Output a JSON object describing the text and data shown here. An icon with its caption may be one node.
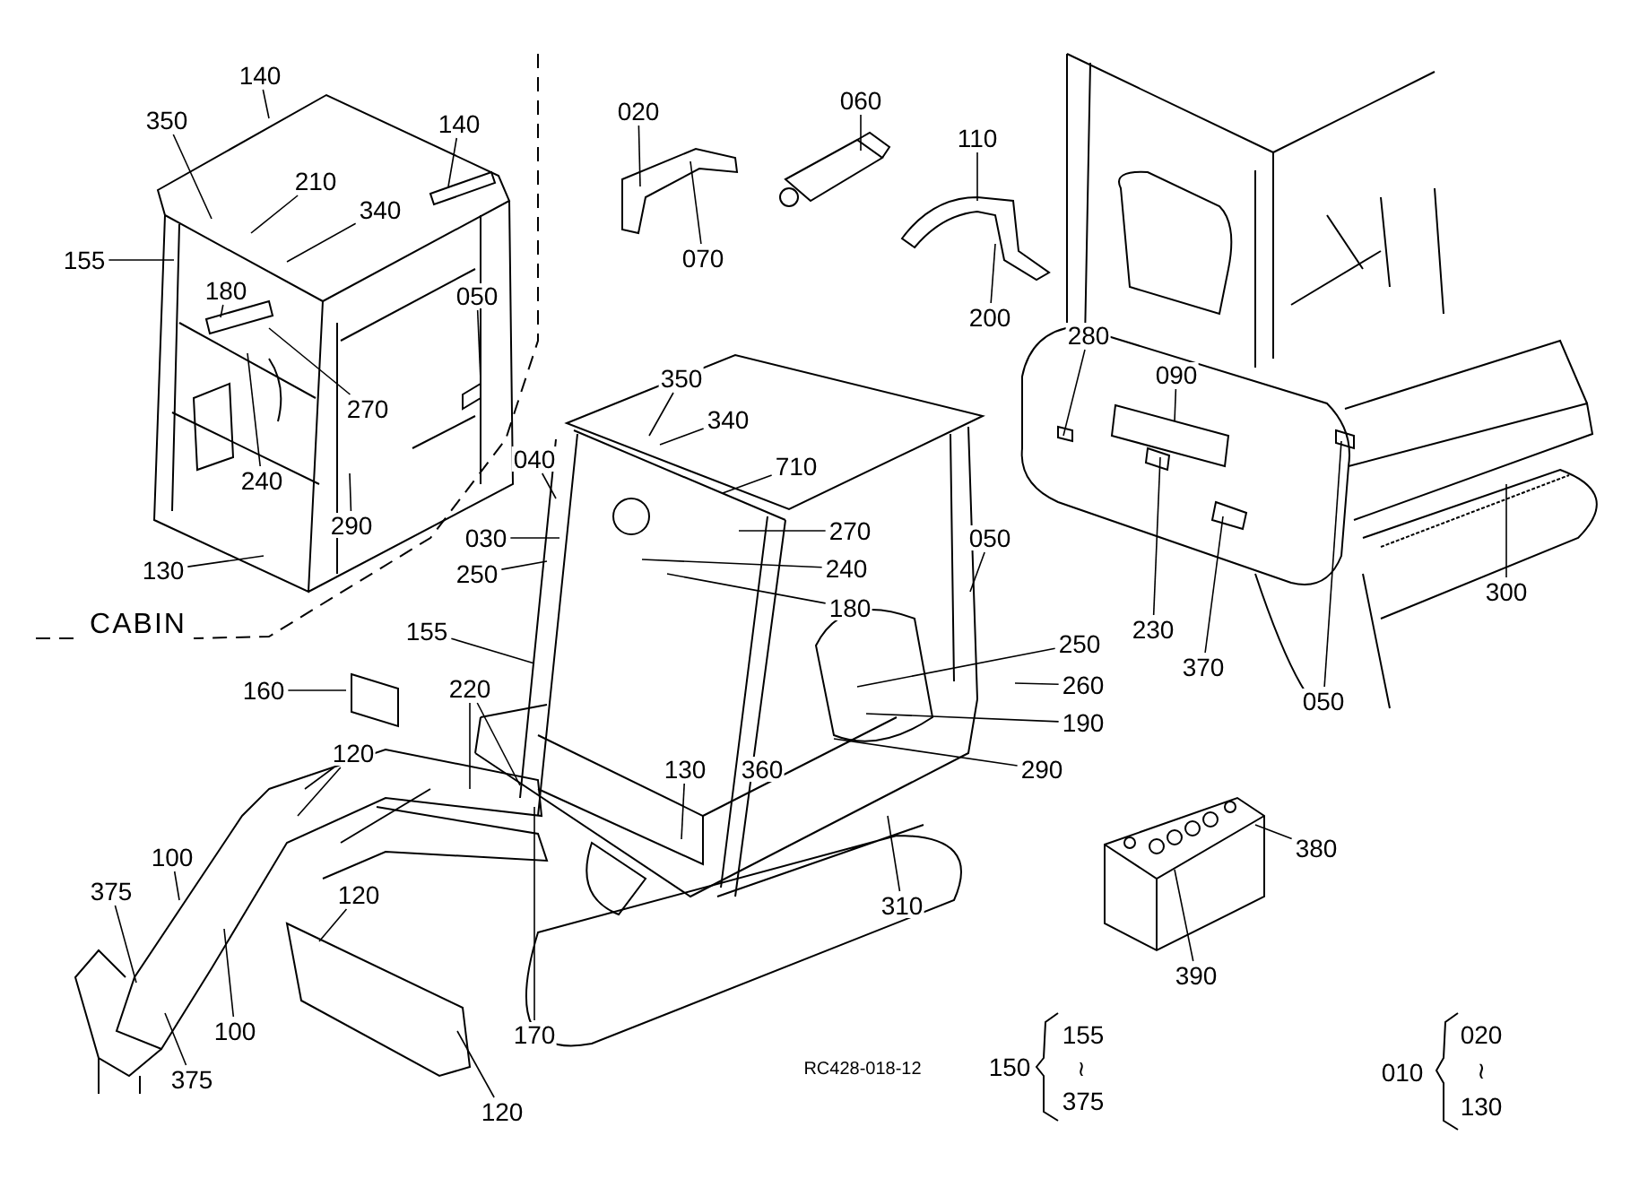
{
  "diagram": {
    "nodes": [
      {
        "text": [
          "140"
        ]
      },
      {
        "text": [
          "350"
        ]
      },
      {
        "text": [
          "210"
        ]
      },
      {
        "text": [
          "340"
        ]
      },
      {
        "text": [
          "140"
        ]
      },
      {
        "text": [
          "155"
        ]
      },
      {
        "text": [
          "180"
        ]
      },
      {
        "text": [
          "050"
        ]
      },
      {
        "text": [
          "270"
        ]
      },
      {
        "text": [
          "240"
        ]
      },
      {
        "text": [
          "290"
        ]
      },
      {
        "text": [
          "130"
        ]
      },
      {
        "text": [
          "020"
        ]
      },
      {
        "text": [
          "070"
        ]
      },
      {
        "text": [
          "060"
        ]
      },
      {
        "text": [
          "110"
        ]
      },
      {
        "text": [
          "200"
        ]
      },
      {
        "text": [
          "350"
        ]
      },
      {
        "text": [
          "340"
        ]
      },
      {
        "text": [
          "710"
        ]
      },
      {
        "text": [
          "040"
        ]
      },
      {
        "text": [
          "270"
        ]
      },
      {
        "text": [
          "030"
        ]
      },
      {
        "text": [
          "250"
        ]
      },
      {
        "text": [
          "240"
        ]
      },
      {
        "text": [
          "050"
        ]
      },
      {
        "text": [
          "180"
        ]
      },
      {
        "text": [
          "155"
        ]
      },
      {
        "text": [
          "250"
        ]
      },
      {
        "text": [
          "260"
        ]
      },
      {
        "text": [
          "190"
        ]
      },
      {
        "text": [
          "290"
        ]
      },
      {
        "text": [
          "160"
        ]
      },
      {
        "text": [
          "220"
        ]
      },
      {
        "text": [
          "120"
        ]
      },
      {
        "text": [
          "130"
        ]
      },
      {
        "text": [
          "310"
        ]
      },
      {
        "text": [
          "120"
        ]
      },
      {
        "text": [
          "100"
        ]
      },
      {
        "text": [
          "375"
        ]
      },
      {
        "text": [
          "100"
        ]
      },
      {
        "text": [
          "375"
        ]
      },
      {
        "text": [
          "120"
        ]
      },
      {
        "text": [
          "170"
        ]
      },
      {
        "text": [
          "280"
        ]
      },
      {
        "text": [
          "090"
        ]
      },
      {
        "text": [
          "230"
        ]
      },
      {
        "text": [
          "370"
        ]
      },
      {
        "text": [
          "050"
        ]
      },
      {
        "text": [
          "300"
        ]
      },
      {
        "text": [
          "380"
        ]
      },
      {
        "text": [
          "390"
        ]
      },
      {
        "text": [
          "360"
        ]
      },
      {
        "text": [
          "150"
        ]
      },
      {
        "text": [
          "155"
        ]
      },
      {
        "text": [
          "375"
        ]
      },
      {
        "text": [
          "010"
        ]
      },
      {
        "text": [
          "020"
        ]
      },
      {
        "text": [
          "130"
        ]
      },
      {
        "text": [],
        "shape": "picture"
      },
      {
        "text": [],
        "shape": "picture"
      },
      {
        "text": [],
        "shape": "picture"
      },
      {
        "text": [],
        "shape": "picture"
      }
    ],
    "edges": [
      {
        "from": 0,
        "to": null,
        "arrow": "none"
      },
      {
        "from": 1,
        "to": null,
        "arrow": "none"
      },
      {
        "from": 2,
        "to": null,
        "arrow": "none"
      },
      {
        "from": 3,
        "to": null,
        "arrow": "none"
      },
      {
        "from": 4,
        "to": null,
        "arrow": "none"
      },
      {
        "from": 5,
        "to": null,
        "arrow": "none"
      },
      {
        "from": 6,
        "to": null,
        "arrow": "none"
      },
      {
        "from": 7,
        "to": null,
        "arrow": "none"
      },
      {
        "from": 8,
        "to": null,
        "arrow": "none"
      },
      {
        "from": 9,
        "to": null,
        "arrow": "none"
      },
      {
        "from": 10,
        "to": null,
        "arrow": "none"
      },
      {
        "from": 11,
        "to": null,
        "arrow": "none"
      },
      {
        "from": 12,
        "to": 59,
        "arrow": "none"
      },
      {
        "from": 13,
        "to": 59,
        "arrow": "none"
      },
      {
        "from": 14,
        "to": 60,
        "arrow": "none"
      },
      {
        "from": 15,
        "to": 61,
        "arrow": "none"
      },
      {
        "from": 16,
        "to": 61,
        "arrow": "none"
      },
      {
        "from": 17,
        "to": null,
        "arrow": "none"
      },
      {
        "from": 18,
        "to": null,
        "arrow": "none"
      },
      {
        "from": 19,
        "to": null,
        "arrow": "none"
      },
      {
        "from": 20,
        "to": null,
        "arrow": "none"
      },
      {
        "from": 21,
        "to": null,
        "arrow": "none"
      },
      {
        "from": 22,
        "to": null,
        "arrow": "none"
      },
      {
        "from": 23,
        "to": null,
        "arrow": "none"
      },
      {
        "from": 24,
        "to": null,
        "arrow": "none"
      },
      {
        "from": 25,
        "to": null,
        "arrow": "none"
      },
      {
        "from": 26,
        "to": null,
        "arrow": "none"
      },
      {
        "from": 27,
        "to": null,
        "arrow": "none"
      },
      {
        "from": 28,
        "to": null,
        "arrow": "none"
      },
      {
        "from": 29,
        "to": null,
        "arrow": "none"
      },
      {
        "from": 30,
        "to": null,
        "arrow": "none"
      },
      {
        "from": 31,
        "to": null,
        "arrow": "none"
      },
      {
        "from": 32,
        "to": null,
        "arrow": "none"
      },
      {
        "from": 33,
        "to": null,
        "arrow": "none"
      },
      {
        "from": 33,
        "to": null,
        "arrow": "none"
      },
      {
        "from": 34,
        "to": null,
        "arrow": "none"
      },
      {
        "from": 34,
        "to": null,
        "arrow": "none"
      },
      {
        "from": 35,
        "to": null,
        "arrow": "none"
      },
      {
        "from": 36,
        "to": null,
        "arrow": "none"
      },
      {
        "from": 37,
        "to": null,
        "arrow": "none"
      },
      {
        "from": 38,
        "to": null,
        "arrow": "none"
      },
      {
        "from": 39,
        "to": null,
        "arrow": "none"
      },
      {
        "from": 40,
        "to": null,
        "arrow": "none"
      },
      {
        "from": 41,
        "to": null,
        "arrow": "none"
      },
      {
        "from": 42,
        "to": null,
        "arrow": "none"
      },
      {
        "from": 43,
        "to": null,
        "arrow": "none"
      },
      {
        "from": 44,
        "to": null,
        "arrow": "none"
      },
      {
        "from": 45,
        "to": null,
        "arrow": "none"
      },
      {
        "from": 46,
        "to": null,
        "arrow": "none"
      },
      {
        "from": 47,
        "to": null,
        "arrow": "none"
      },
      {
        "from": 48,
        "to": null,
        "arrow": "none"
      },
      {
        "from": 49,
        "to": null,
        "arrow": "none"
      },
      {
        "from": 50,
        "to": 62,
        "arrow": "none"
      },
      {
        "from": 51,
        "to": 62,
        "arrow": "none"
      }
    ],
    "labels": [
      "CABIN",
      "RC428-018-12",
      "≀",
      "≀"
    ]
  }
}
